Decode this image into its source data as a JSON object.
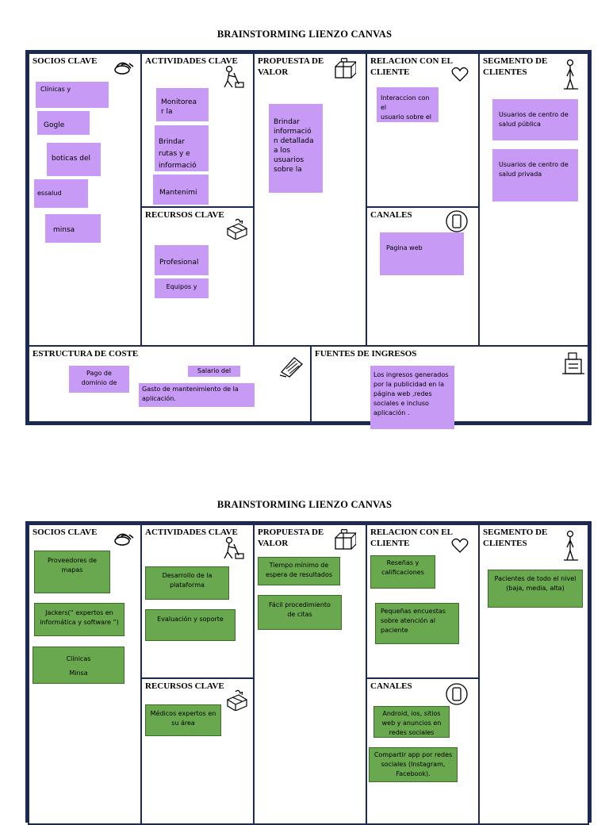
{
  "canvas1": {
    "title": "BRAINSTORMING LIENZO CANVAS",
    "headers": {
      "socios": "SOCIOS CLAVE",
      "actividades": "ACTIVIDADES CLAVE",
      "propuesta_1": "PROPUESTA DE",
      "propuesta_2": "VALOR",
      "relacion_1": "RELACION CON EL",
      "relacion_2": "CLIENTE",
      "segmento_1": "SEGMENTO DE",
      "segmento_2": "CLIENTES",
      "recursos": "RECURSOS CLAVE",
      "canales": "CANALES",
      "estructura": "ESTRUCTURA DE COSTE",
      "fuentes": "FUENTES DE INGRESOS"
    },
    "notes": {
      "socios_1": "Clínicas y",
      "socios_2": "Gogle",
      "socios_3": "boticas del",
      "socios_4": "essalud",
      "socios_5": "minsa",
      "act_1a": "Monitorea",
      "act_1b": "r la",
      "act_2a": "Brindar",
      "act_2b": "rutas y e",
      "act_2c": "informació",
      "act_3": "Mantenimi",
      "rec_1": "Profesional",
      "rec_2": "Equipos y",
      "prop_1": "Brindar",
      "prop_2": "informació",
      "prop_3": "n detallada",
      "prop_4": "a los",
      "prop_5": "usuarios",
      "prop_6": "sobre la",
      "rel_1": "Interaccion con el",
      "rel_2": "usuario sobre el",
      "can_1": "Pagina web",
      "seg_1a": "Usuarios de centro de",
      "seg_1b": "salud pública",
      "seg_2a": "Usuarios de centro de",
      "seg_2b": "salud privada",
      "cost_1a": "Pago de",
      "cost_1b": "dominio de",
      "cost_2": "Salario del",
      "cost_3a": "Gasto de mantenimiento de la",
      "cost_3b": "aplicación.",
      "ing_1": "Los ingresos generados",
      "ing_2": "por la publicidad en la",
      "ing_3": "página web ,redes",
      "ing_4": "sociales e incluso",
      "ing_5": "aplicación ."
    }
  },
  "canvas2": {
    "title": "BRAINSTORMING LIENZO CANVAS",
    "headers": {
      "socios": "SOCIOS CLAVE",
      "actividades": "ACTIVIDADES CLAVE",
      "propuesta_1": "PROPUESTA DE",
      "propuesta_2": "VALOR",
      "relacion_1": "RELACION CON EL",
      "relacion_2": "CLIENTE",
      "segmento_1": "SEGMENTO DE",
      "segmento_2": "CLIENTES",
      "recursos": "RECURSOS CLAVE",
      "canales": "CANALES"
    },
    "notes": {
      "socios_1a": "Proveedores de",
      "socios_1b": "mapas",
      "socios_2a": "Jackers(“ expertos en",
      "socios_2b": "informática y software ”)",
      "socios_3a": "Clínicas",
      "socios_3b": "Minsa",
      "act_1a": "Desarrollo de la",
      "act_1b": "plataforma",
      "act_2": "Evaluación y soporte",
      "rec_1a": "Médicos expertos en",
      "rec_1b": "su área",
      "prop_1a": "Tiempo mínimo de",
      "prop_1b": "espera de resultados",
      "prop_2a": "Fácil procedimiento",
      "prop_2b": "de citas",
      "rel_1a": "Reseñas y",
      "rel_1b": "calificaciones",
      "rel_2a": "Pequeñas encuestas",
      "rel_2b": "sobre atención al",
      "rel_2c": "paciente",
      "can_1a": "Android, ios, sitios",
      "can_1b": "web y anuncios en",
      "can_1c": "redes sociales",
      "can_2a": "Compartir app por redes",
      "can_2b": "sociales (Instagram,",
      "can_2c": "Facebook).",
      "seg_1a": "Pacientes de todo el nivel",
      "seg_1b": "(baja, media, alta)"
    }
  },
  "colors": {
    "border": "#1c2a52",
    "purple_note": "#c79af5",
    "green_note": "#6aa84f"
  },
  "icons": [
    "handshake-icon",
    "worker-icon",
    "gift-icon",
    "heart-icon",
    "person-icon",
    "cart-icon",
    "phone-icon",
    "receipt-icon",
    "cash-register-icon"
  ]
}
